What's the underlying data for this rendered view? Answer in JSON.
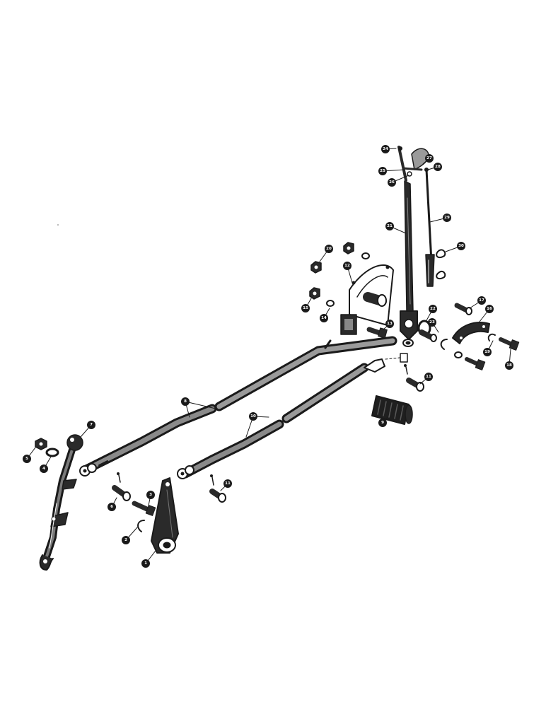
{
  "diagram": {
    "ink_color": "#1a1a1a",
    "paper_color": "#ffffff",
    "callouts": [
      {
        "id": "c1",
        "label": "1"
      },
      {
        "id": "c2",
        "label": "2"
      },
      {
        "id": "c3",
        "label": "3"
      },
      {
        "id": "c4",
        "label": "4"
      },
      {
        "id": "c5",
        "label": "5"
      },
      {
        "id": "c6",
        "label": "6"
      },
      {
        "id": "c7",
        "label": "7"
      },
      {
        "id": "c8",
        "label": "8"
      },
      {
        "id": "c9",
        "label": "9"
      },
      {
        "id": "c10",
        "label": "10"
      },
      {
        "id": "c11a",
        "label": "11"
      },
      {
        "id": "c11b",
        "label": "11"
      },
      {
        "id": "c12",
        "label": "12"
      },
      {
        "id": "c13",
        "label": "13"
      },
      {
        "id": "c14",
        "label": "14"
      },
      {
        "id": "c15",
        "label": "15"
      },
      {
        "id": "c16",
        "label": "16"
      },
      {
        "id": "c17",
        "label": "17"
      },
      {
        "id": "c18",
        "label": "18"
      },
      {
        "id": "c19",
        "label": "19"
      },
      {
        "id": "c20",
        "label": "20"
      },
      {
        "id": "c21",
        "label": "21"
      },
      {
        "id": "c22",
        "label": "22"
      },
      {
        "id": "c23",
        "label": "23"
      },
      {
        "id": "c24",
        "label": "24"
      },
      {
        "id": "c25",
        "label": "25"
      },
      {
        "id": "c26",
        "label": "26"
      },
      {
        "id": "c27",
        "label": "27"
      },
      {
        "id": "c28",
        "label": "28"
      },
      {
        "id": "c29",
        "label": "29"
      },
      {
        "id": "c30",
        "label": "30"
      }
    ]
  }
}
